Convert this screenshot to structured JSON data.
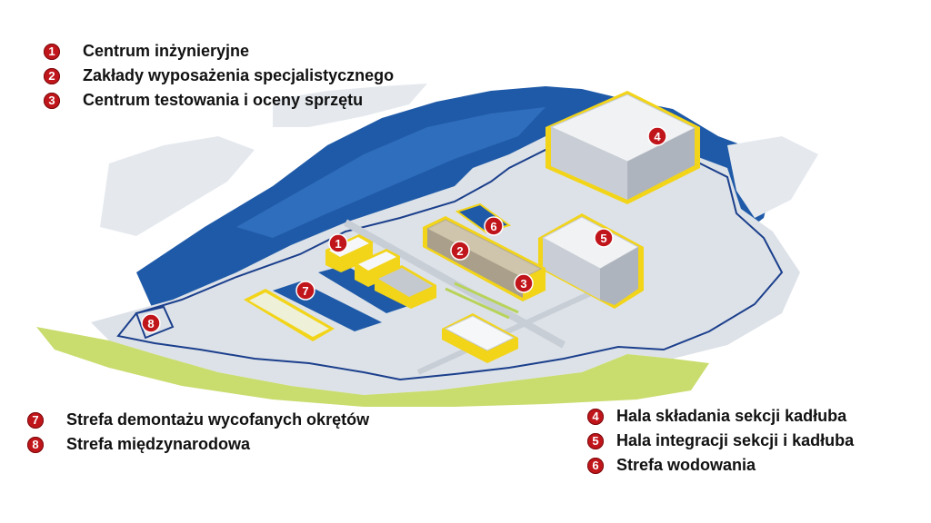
{
  "legend": {
    "items": [
      {
        "number": "1",
        "label": "Centrum inżynieryjne"
      },
      {
        "number": "2",
        "label": "Zakłady wyposażenia specjalistycznego"
      },
      {
        "number": "3",
        "label": "Centrum testowania i oceny sprzętu"
      },
      {
        "number": "4",
        "label": "Hala składania sekcji kadłuba"
      },
      {
        "number": "5",
        "label": "Hala integracji sekcji i kadłuba"
      },
      {
        "number": "6",
        "label": "Strefa wodowania"
      },
      {
        "number": "7",
        "label": "Strefa demontażu wycofanych okrętów"
      },
      {
        "number": "8",
        "label": "Strefa międzynarodowa"
      }
    ]
  },
  "colors": {
    "marker": "#c0161b",
    "water": "#1f5aa8",
    "water_light": "#3b7cc9",
    "land": "#dde2e8",
    "site_outline": "#1b3f8c",
    "highlight": "#f2d419",
    "grass": "#c9dc6e"
  }
}
